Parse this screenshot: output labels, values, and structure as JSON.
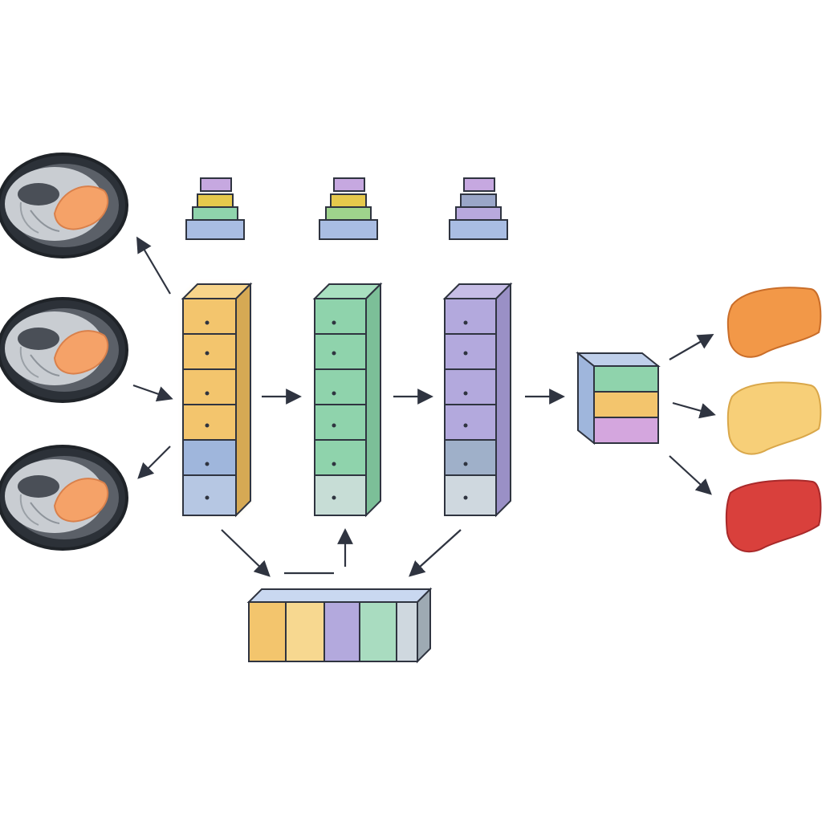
{
  "colors": {
    "background": "#ffffff",
    "outline": "#2f3440",
    "scan_ring": "#3b4048",
    "scan_body": "#c9cdd2",
    "organ_orange": "#f5a268",
    "column_yellow": "#f3c56d",
    "column_green": "#8fd3ac",
    "column_purple": "#b3a9dd",
    "column_blue": "#9fb6dc",
    "column_grey": "#cfd8df",
    "liver_orange": "#f29848",
    "liver_yellow": "#f7cf78",
    "liver_red": "#d9403c",
    "arrow": "#2f3440"
  },
  "diagram": {
    "input_scans": [
      "ct-scan",
      "ct-scan",
      "ct-scan"
    ],
    "encoder_columns": [
      {
        "id": "column-1",
        "palette": [
          "column_yellow",
          "column_yellow",
          "column_yellow",
          "column_yellow",
          "column_blue",
          "column_blue"
        ]
      },
      {
        "id": "column-2",
        "palette": [
          "column_green",
          "column_green",
          "column_green",
          "column_green",
          "column_green",
          "column_grey"
        ]
      },
      {
        "id": "column-3",
        "palette": [
          "column_purple",
          "column_purple",
          "column_purple",
          "column_purple",
          "column_blue",
          "column_grey"
        ]
      }
    ],
    "mini_stacks": [
      "stack-1",
      "stack-2",
      "stack-3"
    ],
    "fusion_block_rows": [
      "column_green",
      "column_yellow",
      "column_purple"
    ],
    "shared_memory_cells": [
      "column_yellow",
      "column_yellow",
      "column_purple",
      "column_green",
      "column_grey"
    ],
    "outputs": [
      "liver_orange",
      "liver_yellow",
      "liver_red"
    ]
  }
}
